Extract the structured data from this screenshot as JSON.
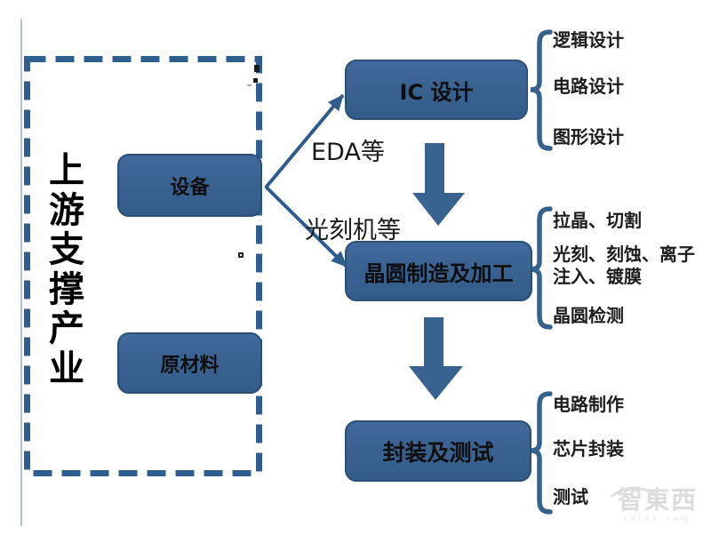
{
  "colors": {
    "primary_blue": "#3a6494",
    "box_border": "#2b5076",
    "dashed_border": "#2f5f90",
    "arrow_blue": "#2f5c8c",
    "text_black": "#111111",
    "watermark_gray": "#dcdcdc"
  },
  "upstream": {
    "title": "上游支撑产业",
    "boxes": [
      {
        "label": "设备"
      },
      {
        "label": "原材料"
      }
    ]
  },
  "edges": [
    {
      "label": "EDA等"
    },
    {
      "label": "光刻机等"
    }
  ],
  "stages": [
    {
      "label": "IC 设计",
      "items": [
        "逻辑设计",
        "电路设计",
        "图形设计"
      ]
    },
    {
      "label": "晶圆制造及加工",
      "items": [
        "拉晶、切割",
        "光刻、刻蚀、离子注入、镀膜",
        "晶圆检测"
      ]
    },
    {
      "label": "封装及测试",
      "items": [
        "电路制作",
        "芯片封装",
        "测试"
      ]
    }
  ],
  "watermark": {
    "brand": "智東西",
    "site": "zhidx.com"
  }
}
